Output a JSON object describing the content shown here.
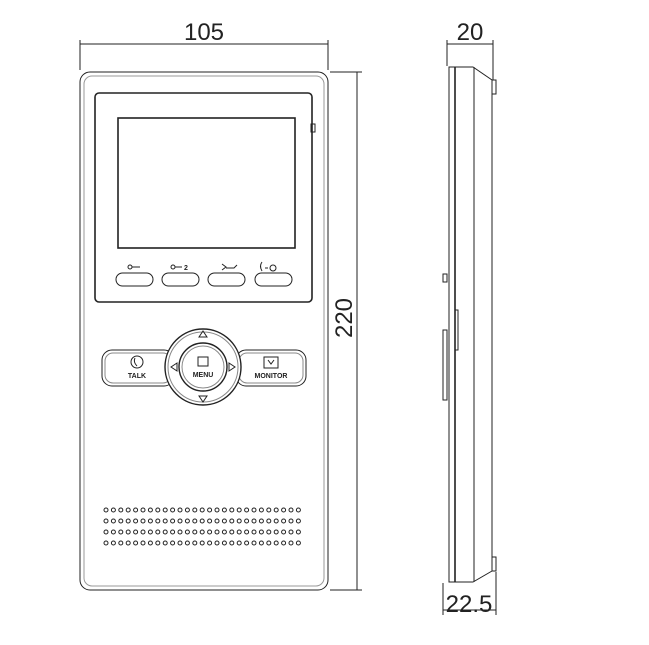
{
  "dimensions": {
    "width": "105",
    "height": "220",
    "depth_top": "20",
    "depth_bottom": "22.5"
  },
  "buttons": {
    "talk": "TALK",
    "menu": "MENU",
    "monitor": "MONITOR",
    "unlock2": "2"
  }
}
